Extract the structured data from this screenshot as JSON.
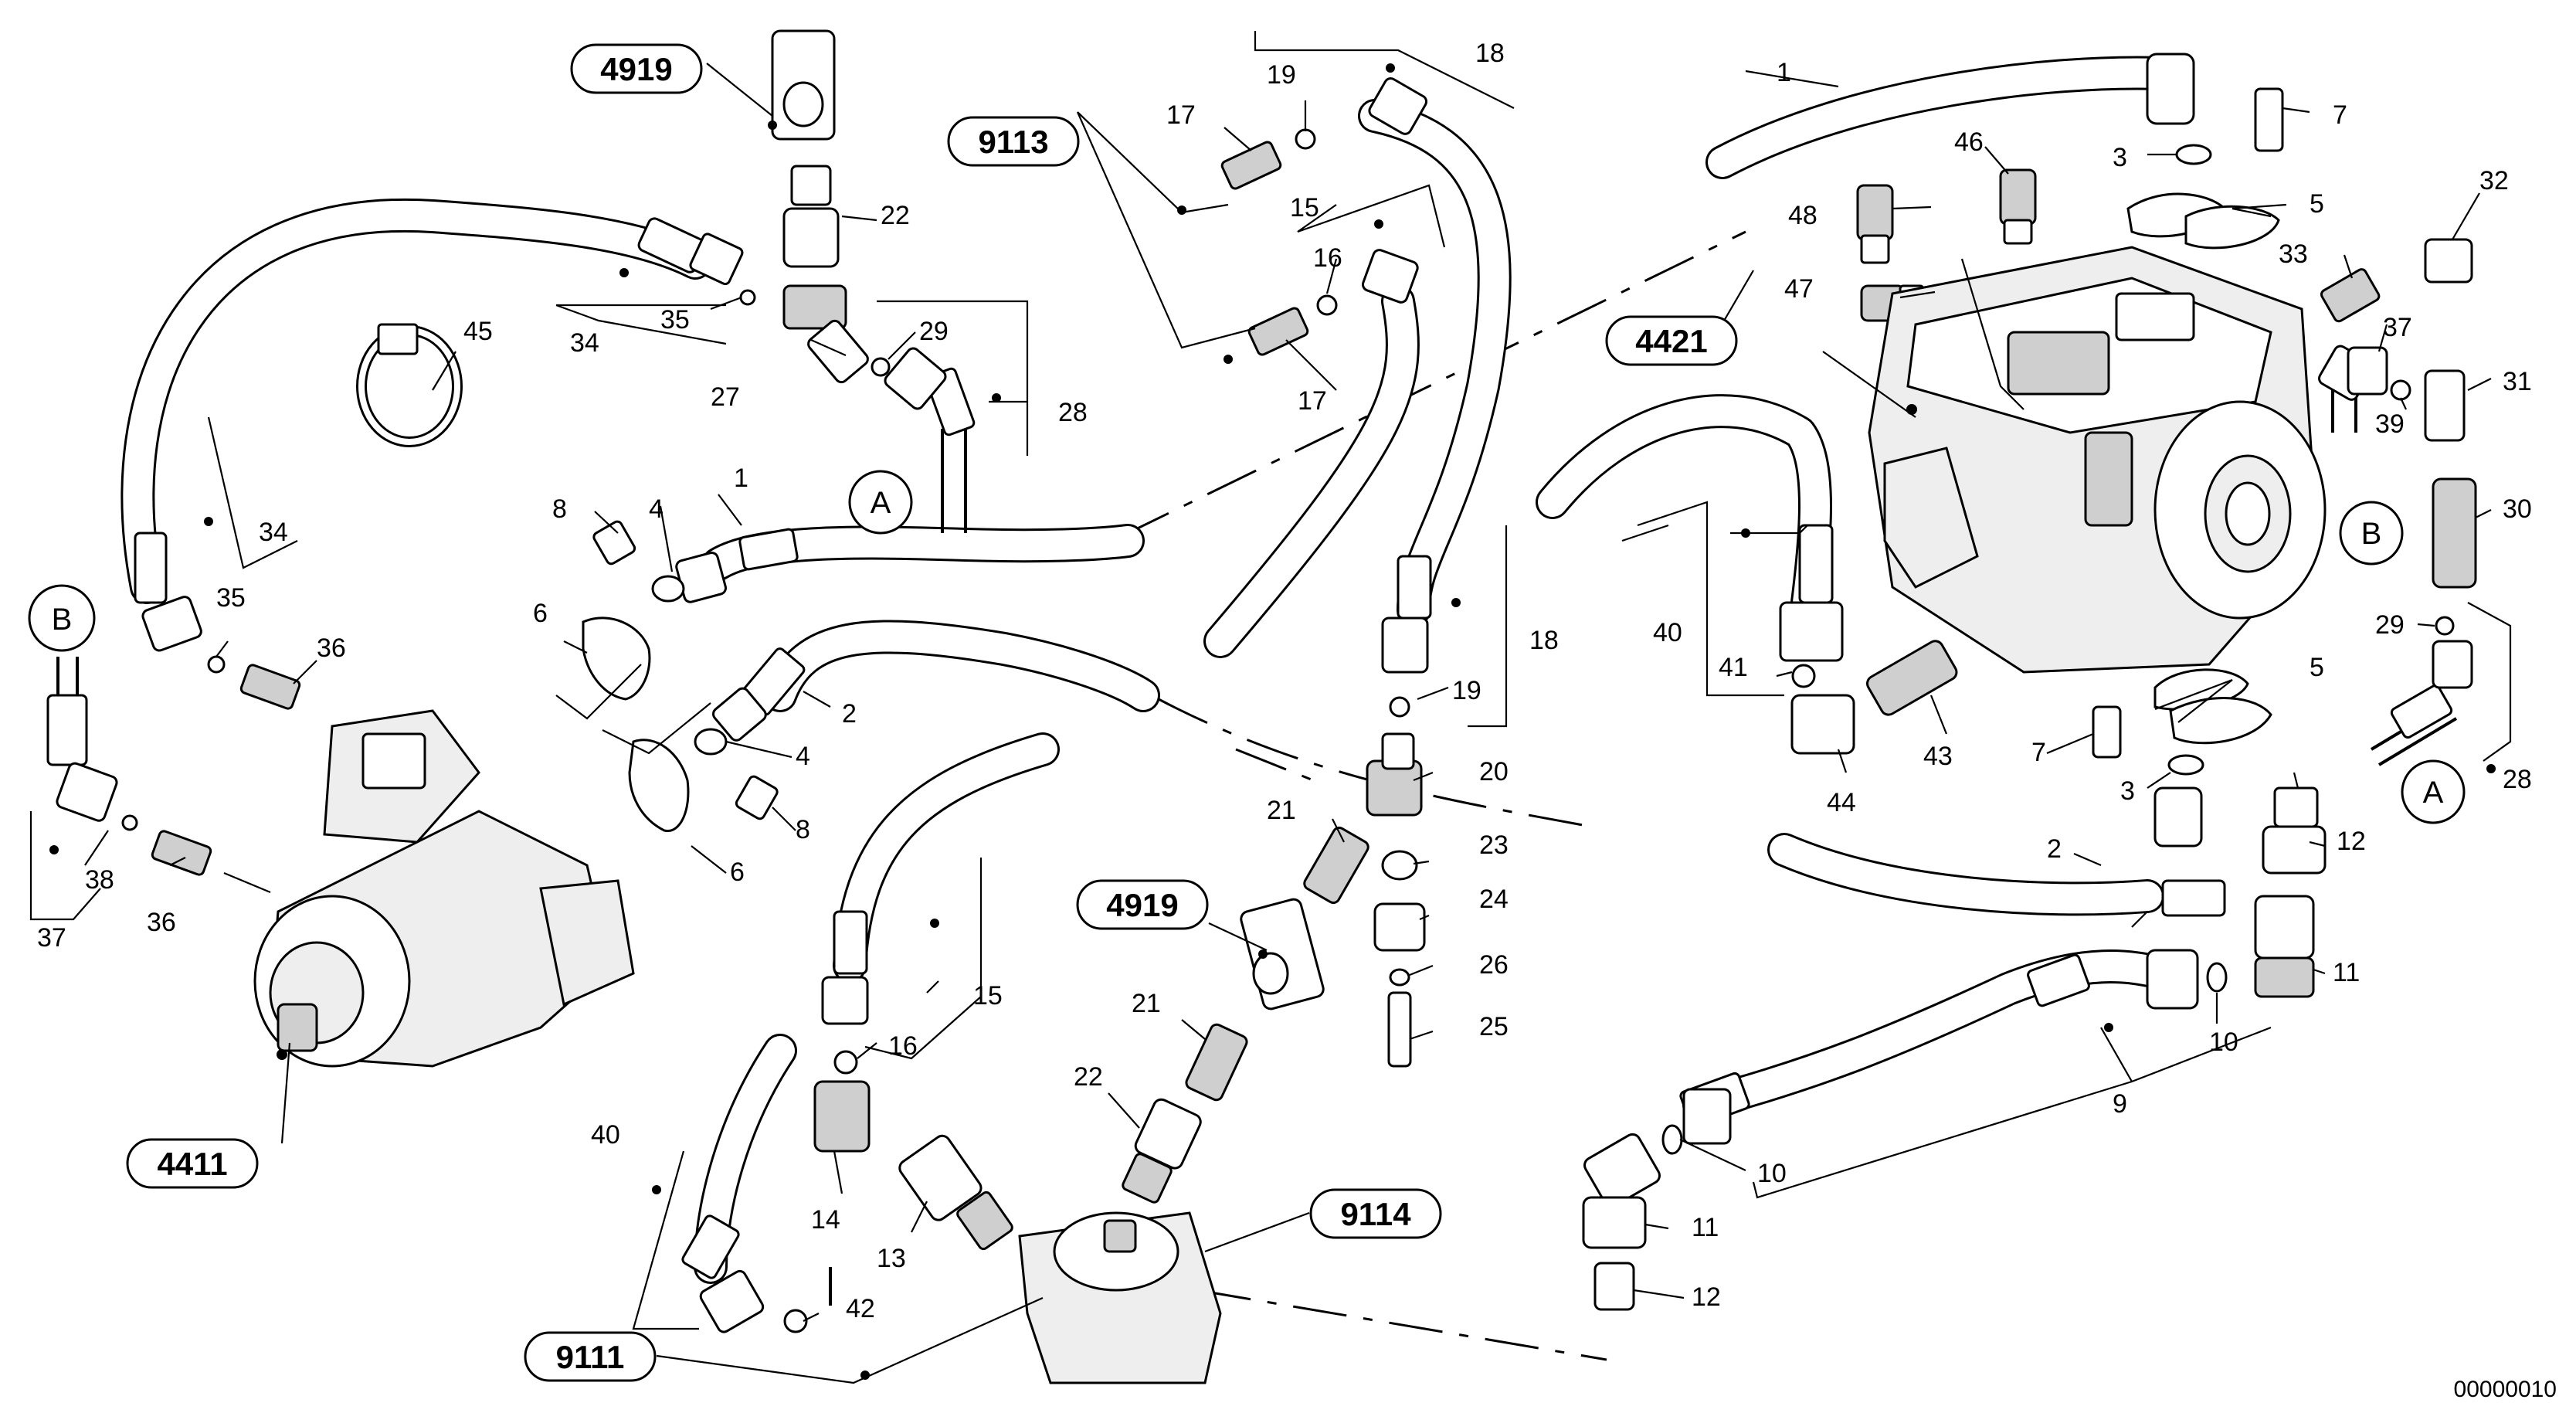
{
  "title": "",
  "assemblies": {
    "motor": "4411",
    "pump": "4421",
    "valve_top": "4919",
    "valve_mid": "4919",
    "block_a": "9113",
    "block_b": "9114",
    "block_c": "9111"
  },
  "connectors": {
    "A": "A",
    "B": "B"
  },
  "part_numbers": [
    "1",
    "2",
    "3",
    "4",
    "5",
    "6",
    "7",
    "8",
    "9",
    "10",
    "11",
    "12",
    "13",
    "14",
    "15",
    "16",
    "17",
    "18",
    "19",
    "20",
    "21",
    "22",
    "23",
    "24",
    "25",
    "26",
    "27",
    "28",
    "29",
    "30",
    "31",
    "32",
    "33",
    "34",
    "35",
    "36",
    "37",
    "38",
    "39",
    "40",
    "41",
    "42",
    "43",
    "44",
    "45",
    "46",
    "47",
    "48"
  ],
  "drawing_ref": "00000010",
  "colors": {
    "line": "#000000",
    "background": "#ffffff"
  }
}
